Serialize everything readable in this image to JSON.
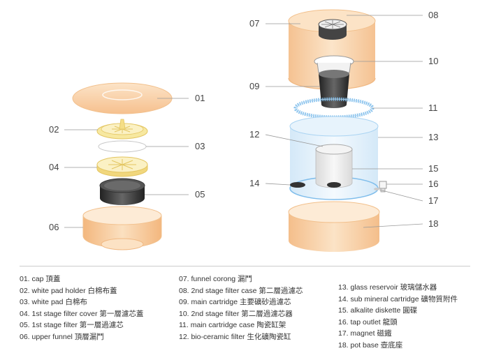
{
  "colors": {
    "peach": "#F8C99A",
    "peach_light": "#FCE5CC",
    "cream": "#FFF6D6",
    "yellow": "#F6E58E",
    "dark": "#333333",
    "blue": "#8FC8EE",
    "blue_light": "#D6EBF8",
    "gray_line": "#999999"
  },
  "callouts": [
    "01",
    "02",
    "03",
    "04",
    "05",
    "06",
    "07",
    "08",
    "09",
    "10",
    "11",
    "12",
    "13",
    "14",
    "15",
    "16",
    "17",
    "18"
  ],
  "legend": {
    "col1": [
      "01. cap 頂蓋",
      "02. white pad  holder 白棉布蓋",
      "03. white pad 白棉布",
      "04. 1st stage filter cover 第一層濾芯蓋",
      "05. 1st stage filter 第一層過濾芯",
      "06. upper funnel 頂層漏鬥"
    ],
    "col2": [
      "07. funnel corong 漏鬥",
      "08. 2nd stage filter case 第二層過濾芯",
      "09. main cartridge 主要礦砂過濾芯",
      "10. 2nd stage filter 第二層過濾芯器",
      "11. main cartridge case 陶瓷缸架",
      "12. bio-ceramic filter 生化礦陶瓷缸"
    ],
    "col3": [
      "13. glass reservoir 玻璃儲水器",
      "14. sub mineral cartridge 礦物質附件",
      "15. alkalite diskette 圓碟",
      "16. tap outlet 龍頭",
      "17. magnet 磁鐵",
      "18. pot base 壺底座"
    ]
  }
}
